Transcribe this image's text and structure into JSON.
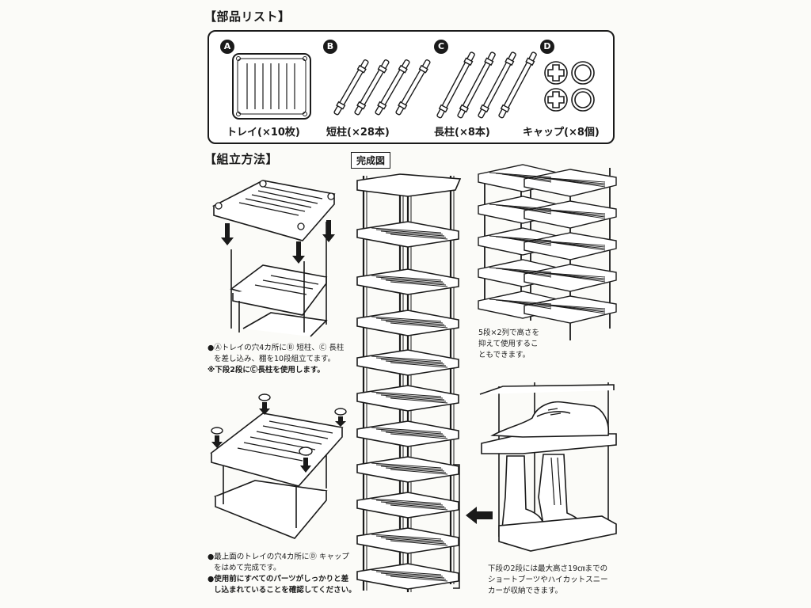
{
  "parts_list": {
    "heading": "【部品リスト】",
    "items": [
      {
        "letter": "A",
        "label": "トレイ(×10枚)"
      },
      {
        "letter": "B",
        "label": "短柱(×28本)"
      },
      {
        "letter": "C",
        "label": "長柱(×8本)"
      },
      {
        "letter": "D",
        "label": "キャップ(×8個)"
      }
    ]
  },
  "assembly": {
    "heading": "【組立方法】",
    "step1": {
      "line1": "●Ⓐトレイの穴4カ所にⒷ 短柱、Ⓒ 長柱",
      "line2": "を差し込み、棚を10段組立てます。",
      "line3": "※下段2段にⒸ長柱を使用します。"
    },
    "step2": {
      "line1": "●最上面のトレイの穴4カ所にⒹ キャップ",
      "line2": "をはめて完成です。",
      "line3": "●使用前にすべてのパーツがしっかりと差",
      "line4": "し込まれていることを確認してください。"
    }
  },
  "completed": {
    "label": "完成図",
    "note_two_column": {
      "line1": "5段×2列で高さを",
      "line2": "抑えて使用するこ",
      "line3": "ともできます。"
    },
    "note_boots": {
      "line1": "下段の2段には最大高さ19㎝までの",
      "line2": "ショートブーツやハイカットスニー",
      "line3": "カーが収納できます。"
    }
  },
  "colors": {
    "ink": "#1a1a1a",
    "paper": "#fbfbf8"
  }
}
